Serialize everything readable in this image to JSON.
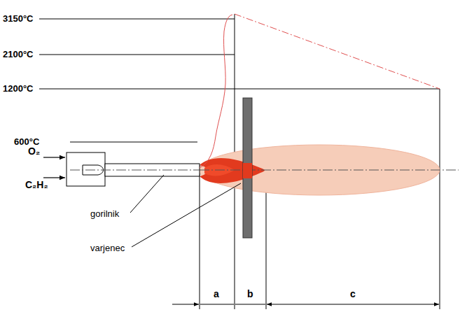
{
  "diagram": {
    "labels": [
      "3150°C",
      "2100°C",
      "1200°C",
      "600°C",
      "O₂",
      "C₂H₂",
      "gorilnik",
      "varjenec",
      "a",
      "b",
      "c"
    ]
  }
}
